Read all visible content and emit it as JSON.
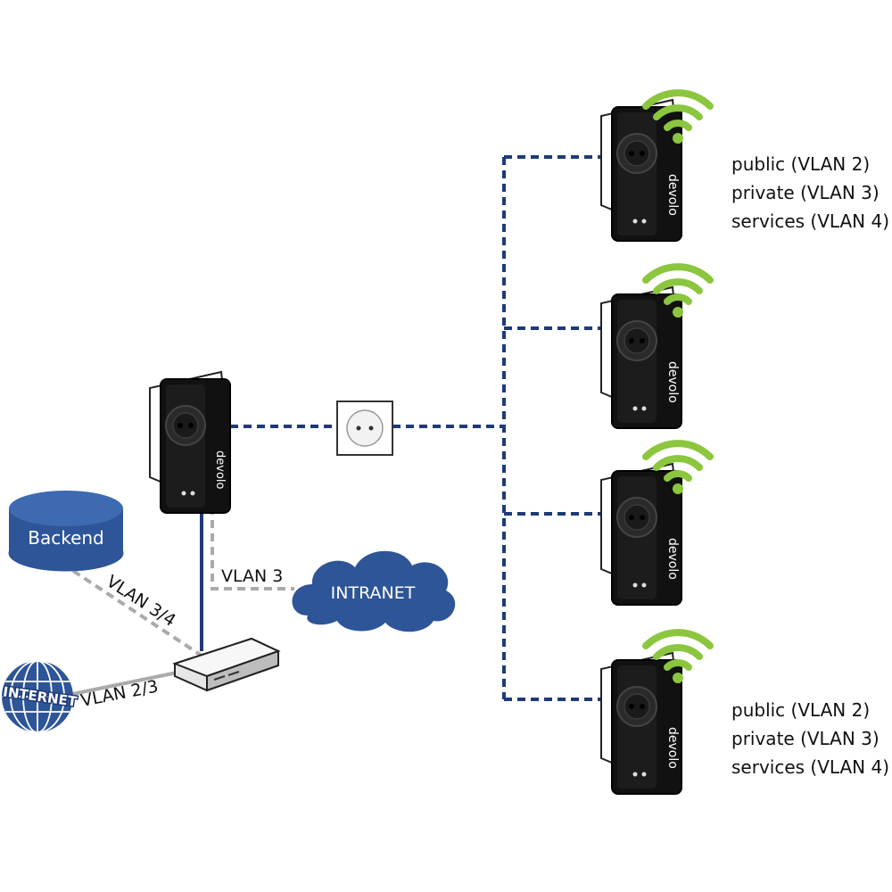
{
  "labels": {
    "backend": "Backend",
    "intranet": "INTRANET",
    "internet": "INTERNET",
    "vlan_34": "VLAN 3/4",
    "vlan_23": "VLAN 2/3",
    "vlan_3": "VLAN 3",
    "brand": "devolo"
  },
  "notes": {
    "top": [
      "public (VLAN 2)",
      "private (VLAN 3)",
      "services (VLAN 4)"
    ],
    "bottom": [
      "public (VLAN 2)",
      "private (VLAN 3)",
      "services (VLAN 4)"
    ]
  },
  "colors": {
    "powerline": "#1e3a78",
    "ethernet_grey": "#aaaaaa",
    "cloud": "#2e5597",
    "wifi": "#8cc63e",
    "adapter": "#111111"
  }
}
